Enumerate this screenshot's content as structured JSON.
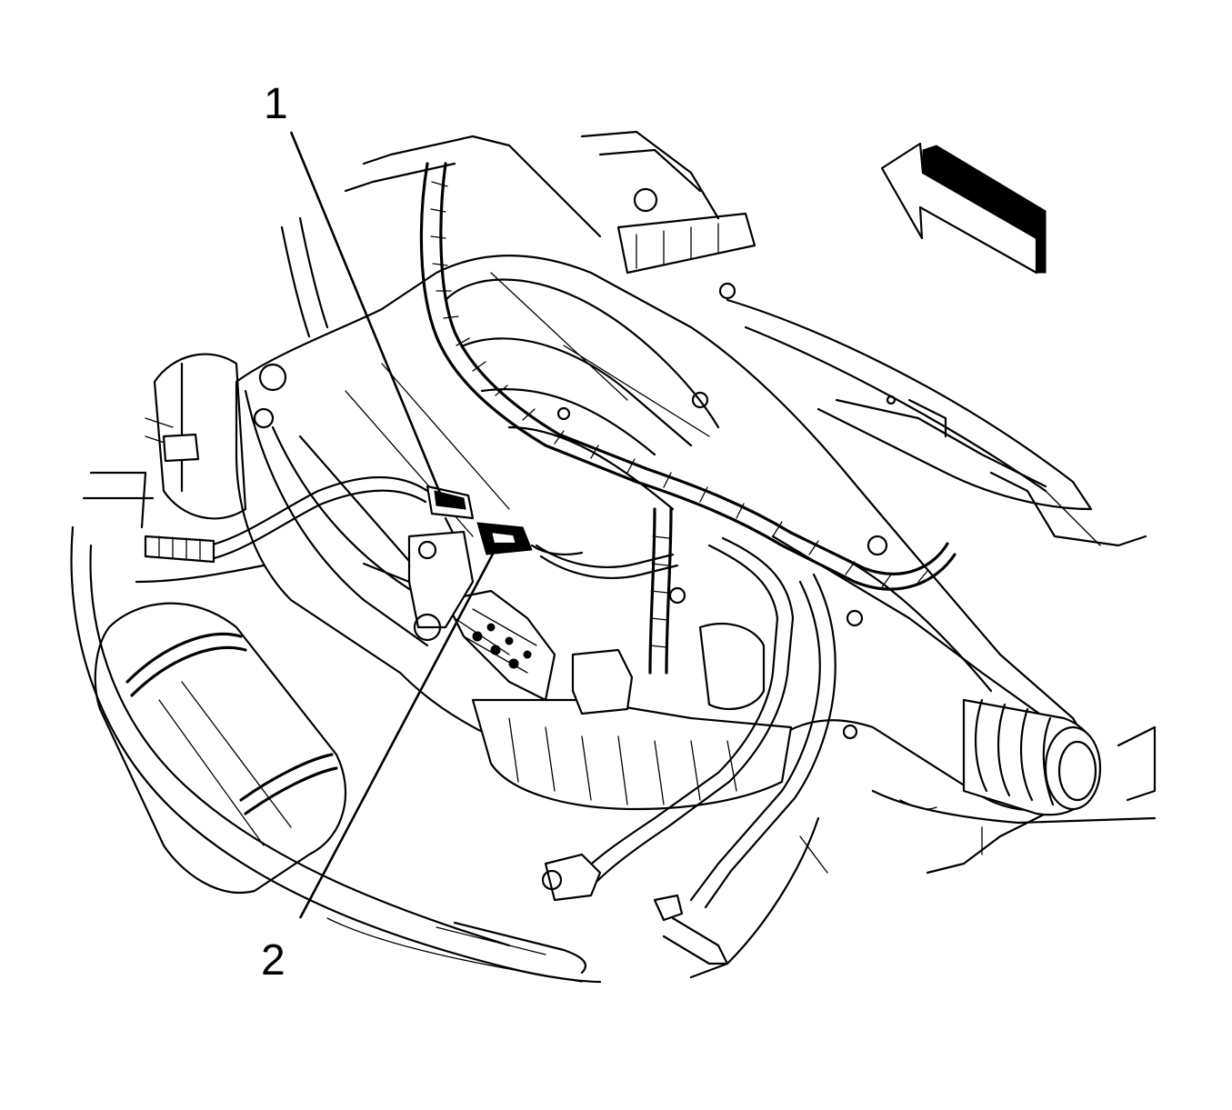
{
  "diagram": {
    "callouts": [
      {
        "id": "1",
        "label": "1"
      },
      {
        "id": "2",
        "label": "2"
      }
    ],
    "direction_arrow": {
      "icon": "front-direction-arrow-icon"
    },
    "colors": {
      "line": "#000000",
      "background": "#ffffff"
    }
  }
}
